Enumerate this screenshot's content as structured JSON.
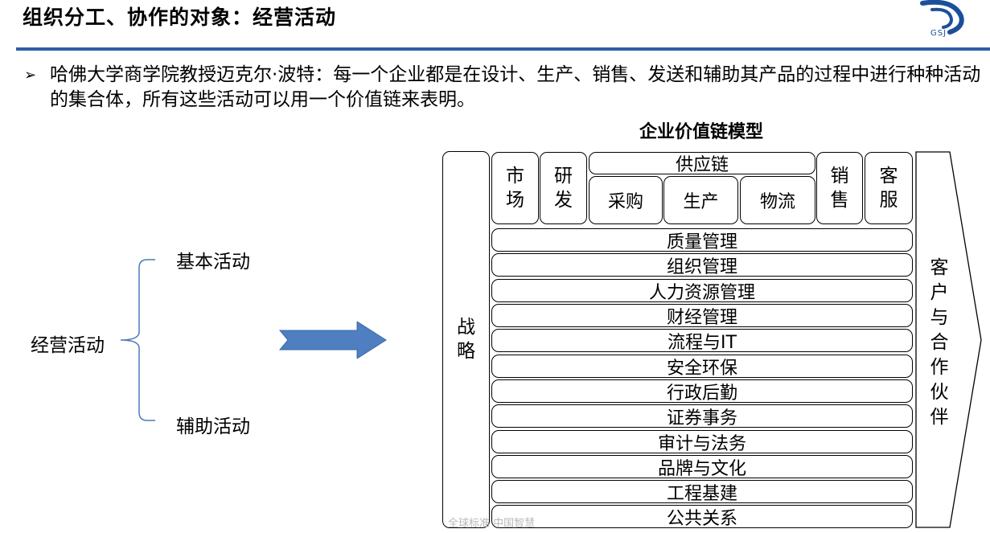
{
  "slide": {
    "title": "组织分工、协作的对象：经营活动",
    "logo_text": "GSJ",
    "bullet_mark": "➢",
    "bullet_text": "哈佛大学商学院教授迈克尔·波特：每一个企业都是在设计、生产、销售、发送和辅助其产品的过程中进行种种活动的集合体，所有这些活动可以用一个价值链来表明。",
    "accent_color": "#2e5fa5"
  },
  "tree": {
    "root": "经营活动",
    "children": [
      "基本活动",
      "辅助活动"
    ]
  },
  "value_chain": {
    "title": "企业价值链模型",
    "strategy": "战略",
    "primary": {
      "market": "市场",
      "rnd": "研发",
      "supply_chain": "供应链",
      "supply_items": [
        "采购",
        "生产",
        "物流"
      ],
      "sales": "销售",
      "service": "客服"
    },
    "support": [
      "质量管理",
      "组织管理",
      "人力资源管理",
      "财经管理",
      "流程与IT",
      "安全环保",
      "行政后勤",
      "证券事务",
      "审计与法务",
      "品牌与文化",
      "工程基建",
      "公共关系"
    ],
    "partners": "客户与合作伙伴"
  },
  "watermark": "全球标准 中国智慧"
}
